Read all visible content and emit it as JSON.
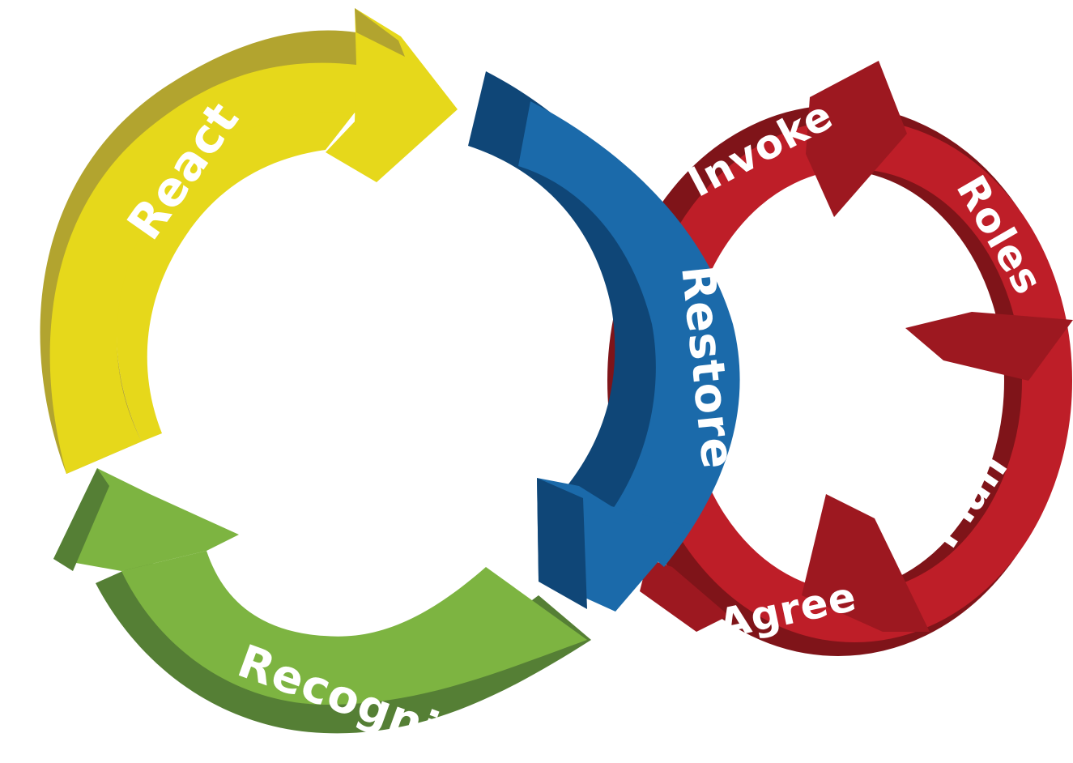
{
  "cycle_left": {
    "steps": [
      {
        "label": "React",
        "color": "#e6d81b",
        "side_color": "#b2a42f"
      },
      {
        "label": "Restore",
        "color": "#1b6aaa",
        "side_color": "#0f4677"
      },
      {
        "label": "Recognise",
        "color": "#7db441",
        "side_color": "#557f35"
      }
    ]
  },
  "cycle_right": {
    "color": "#be1e28",
    "side_color": "#7f1419",
    "steps": [
      {
        "label": "Invoke"
      },
      {
        "label": "Roles"
      },
      {
        "label": "Plan"
      },
      {
        "label": "Agree"
      }
    ]
  }
}
